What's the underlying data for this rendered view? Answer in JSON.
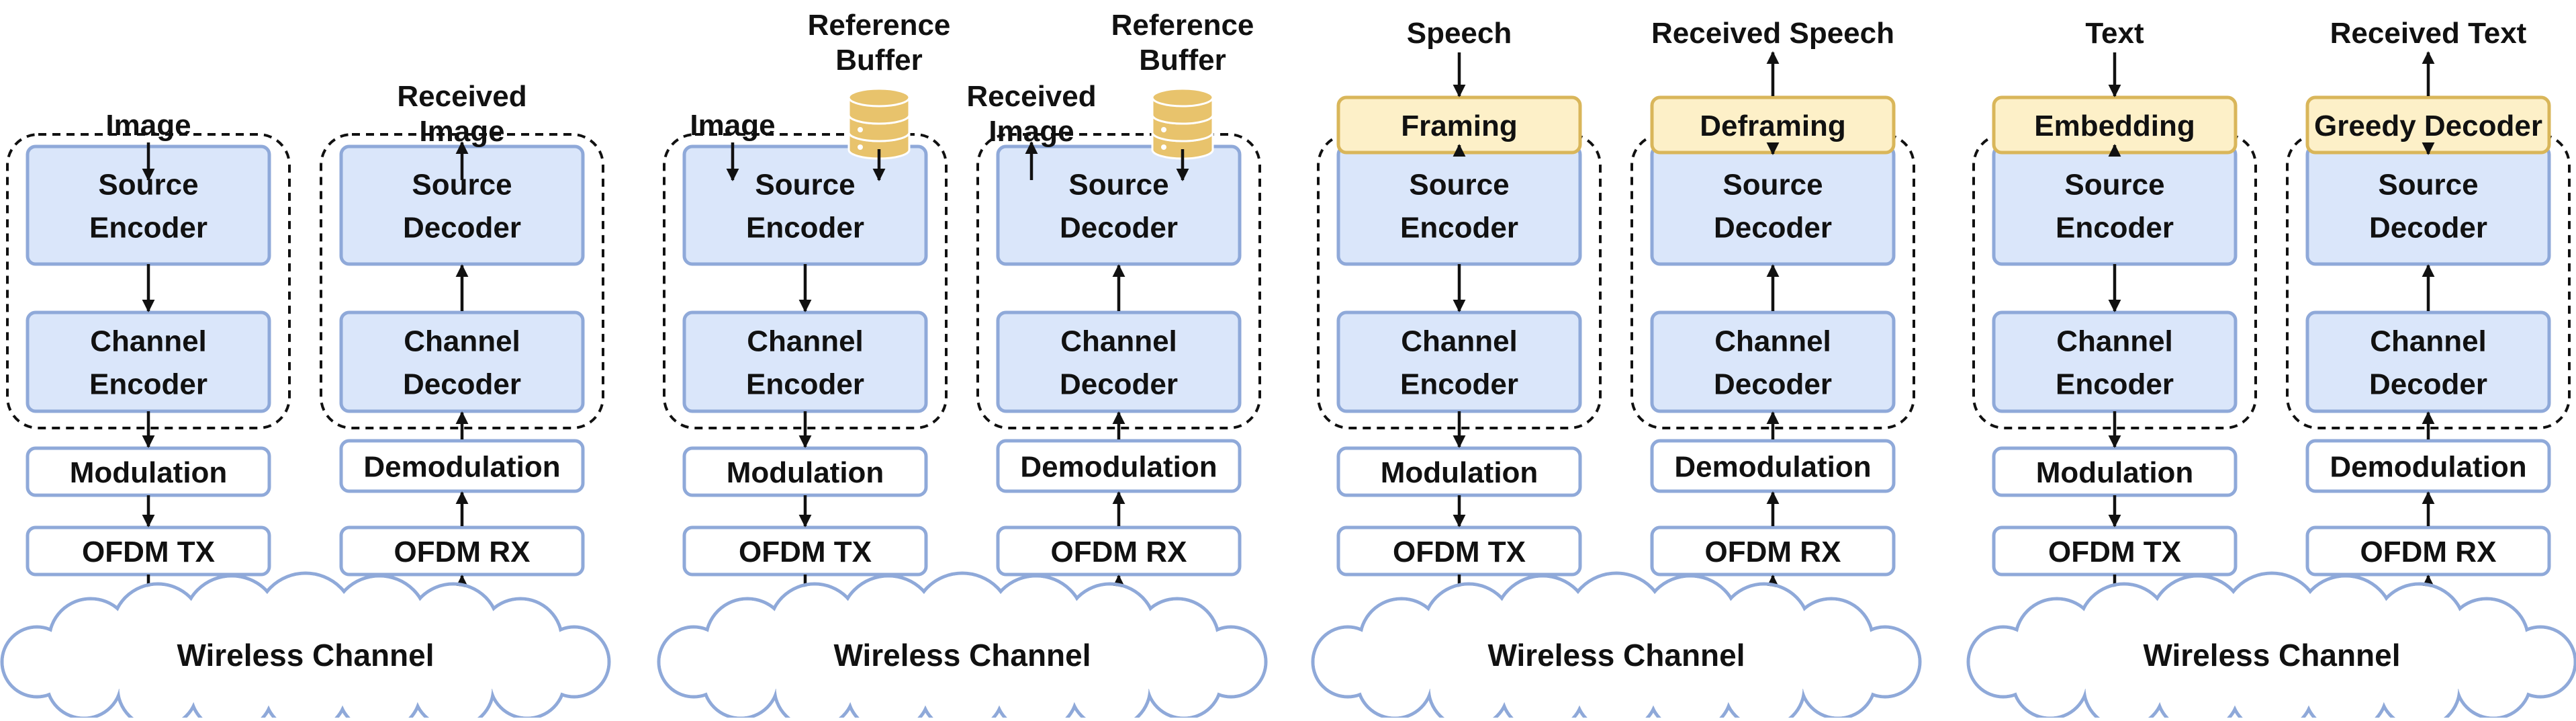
{
  "colors": {
    "block_fill": "#dae6fa",
    "block_stroke": "#8fa9d9",
    "white_block_stroke": "#8fa9d9",
    "yellow_fill": "#fdf0c8",
    "yellow_stroke": "#d9b65a",
    "cloud_stroke": "#8fa9d9",
    "database_fill": "#e8c36c",
    "arrow": "#111111"
  },
  "panels": [
    {
      "tx": {
        "input_label": [
          "Image"
        ],
        "pre_block": null,
        "reference": null,
        "blocks": [
          [
            "Source",
            "Encoder"
          ],
          [
            "Channel",
            "Encoder"
          ]
        ],
        "modulation": "Modulation",
        "ofdm": "OFDM TX"
      },
      "rx": {
        "output_label": [
          "Received",
          "Image"
        ],
        "post_block": null,
        "reference": null,
        "blocks": [
          [
            "Source",
            "Decoder"
          ],
          [
            "Channel",
            "Decoder"
          ]
        ],
        "modulation": "Demodulation",
        "ofdm": "OFDM RX"
      },
      "channel_label": "Wireless Channel"
    },
    {
      "tx": {
        "input_label": [
          "Image"
        ],
        "pre_block": null,
        "reference": {
          "label": [
            "Reference",
            "Buffer"
          ],
          "icon": "database-icon"
        },
        "blocks": [
          [
            "Source",
            "Encoder"
          ],
          [
            "Channel",
            "Encoder"
          ]
        ],
        "modulation": "Modulation",
        "ofdm": "OFDM TX"
      },
      "rx": {
        "output_label": [
          "Received",
          "Image"
        ],
        "post_block": null,
        "reference": {
          "label": [
            "Reference",
            "Buffer"
          ],
          "icon": "database-icon"
        },
        "blocks": [
          [
            "Source",
            "Decoder"
          ],
          [
            "Channel",
            "Decoder"
          ]
        ],
        "modulation": "Demodulation",
        "ofdm": "OFDM RX"
      },
      "channel_label": "Wireless Channel"
    },
    {
      "tx": {
        "input_label": [
          "Speech"
        ],
        "pre_block": "Framing",
        "reference": null,
        "blocks": [
          [
            "Source",
            "Encoder"
          ],
          [
            "Channel",
            "Encoder"
          ]
        ],
        "modulation": "Modulation",
        "ofdm": "OFDM TX"
      },
      "rx": {
        "output_label": [
          "Received Speech"
        ],
        "post_block": "Deframing",
        "reference": null,
        "blocks": [
          [
            "Source",
            "Decoder"
          ],
          [
            "Channel",
            "Decoder"
          ]
        ],
        "modulation": "Demodulation",
        "ofdm": "OFDM RX"
      },
      "channel_label": "Wireless Channel"
    },
    {
      "tx": {
        "input_label": [
          "Text"
        ],
        "pre_block": "Embedding",
        "reference": null,
        "blocks": [
          [
            "Source",
            "Encoder"
          ],
          [
            "Channel",
            "Encoder"
          ]
        ],
        "modulation": "Modulation",
        "ofdm": "OFDM TX"
      },
      "rx": {
        "output_label": [
          "Received Text"
        ],
        "post_block": "Greedy Decoder",
        "reference": null,
        "blocks": [
          [
            "Source",
            "Decoder"
          ],
          [
            "Channel",
            "Decoder"
          ]
        ],
        "modulation": "Demodulation",
        "ofdm": "OFDM RX"
      },
      "channel_label": "Wireless Channel"
    }
  ]
}
